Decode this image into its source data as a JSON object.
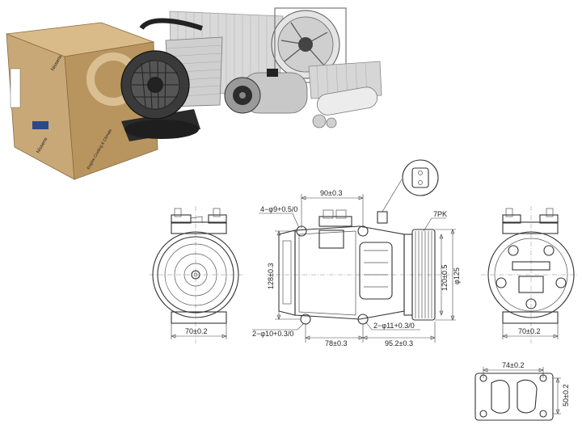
{
  "brand": {
    "logo_text": "Nissens",
    "box_slogan": "Engine Cooling & Climate"
  },
  "dimensions": {
    "front_width": "70±0.2",
    "side_height": "128±0.3",
    "top_distance": "90±0.3",
    "top_holes": "4−φ9+0.5/0",
    "bottom_holes_left": "2−φ10+0.3/0",
    "bottom_holes_right": "2−φ11+0.3/0",
    "bottom_distance_left": "78±0.3",
    "bottom_distance_right": "95.2±0.3",
    "pulley_type": "7PK",
    "pulley_diameter_inner": "120±0.5",
    "pulley_diameter_outer": "φ125",
    "rear_width": "70±0.2",
    "flange_width": "74±0.2",
    "flange_height": "50±0.2"
  },
  "colors": {
    "box": "#c9a877",
    "box_dark": "#a9875a",
    "line": "#333333"
  }
}
